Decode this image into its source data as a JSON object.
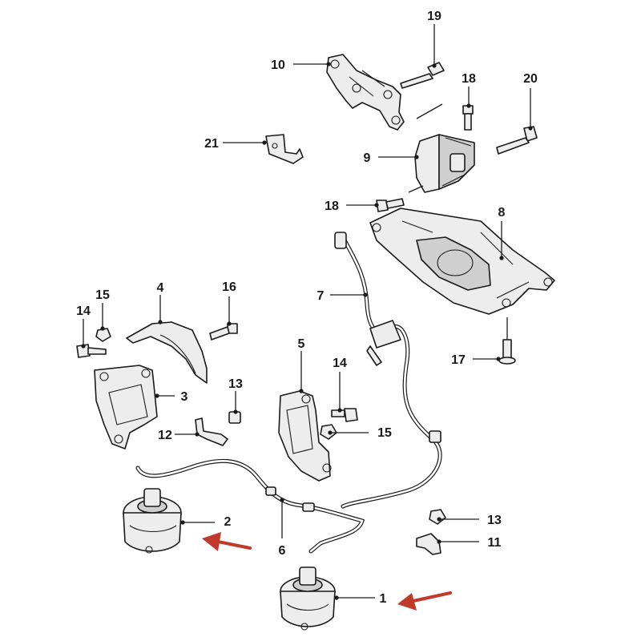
{
  "colors": {
    "arrow": "#c0392b",
    "line": "#1a1a1a"
  },
  "labels": {
    "p1": "1",
    "p2": "2",
    "p3": "3",
    "p4": "4",
    "p5": "5",
    "p6": "6",
    "p7": "7",
    "p8": "8",
    "p9": "9",
    "p10": "10",
    "p11": "11",
    "p12": "12",
    "p13a": "13",
    "p13b": "13",
    "p14a": "14",
    "p14b": "14",
    "p15a": "15",
    "p15b": "15",
    "p16": "16",
    "p17": "17",
    "p18a": "18",
    "p18b": "18",
    "p19": "19",
    "p20": "20",
    "p21": "21"
  },
  "highlighted_parts": [
    "1",
    "2"
  ]
}
